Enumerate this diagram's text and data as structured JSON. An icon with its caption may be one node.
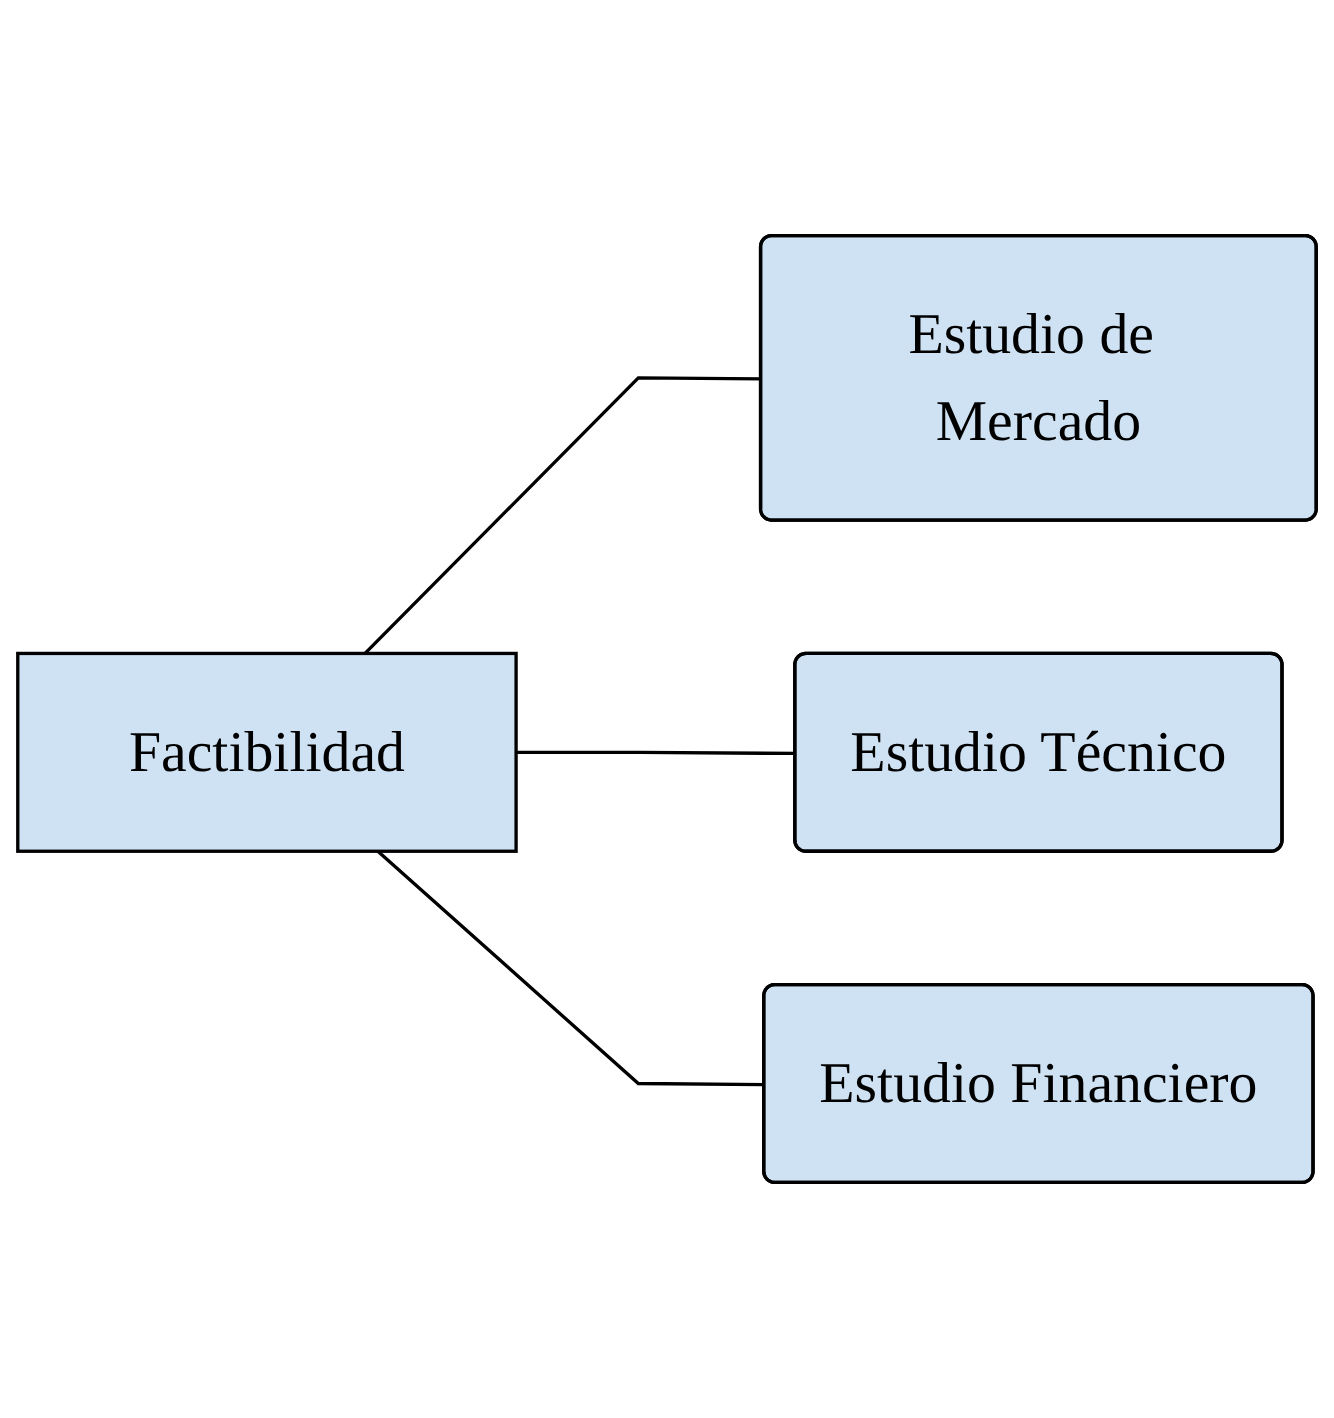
{
  "diagram": {
    "nodes": [
      {
        "text": [
          "Factibilidad"
        ]
      },
      {
        "text": [
          "Estudio de Mercado"
        ]
      },
      {
        "text": [
          "Estudio Técnico"
        ]
      },
      {
        "text": [
          "Estudio Financiero"
        ]
      }
    ],
    "edges": [
      {
        "from": 0,
        "to": 1,
        "arrow": "none"
      },
      {
        "from": 0,
        "to": 2,
        "arrow": "none"
      },
      {
        "from": 0,
        "to": 3,
        "arrow": "none"
      }
    ]
  }
}
